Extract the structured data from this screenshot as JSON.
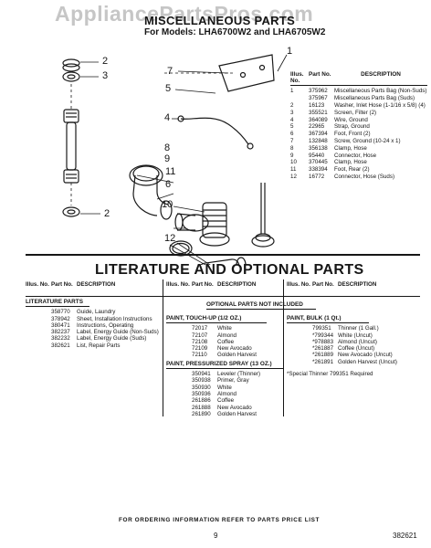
{
  "watermark": "AppliancePartsPros.com",
  "header": {
    "title": "MISCELLANEOUS PARTS",
    "models": "For Models: LHA6700W2 and LHA6705W2"
  },
  "callouts": [
    "1",
    "2",
    "3",
    "7",
    "5",
    "4",
    "8",
    "9",
    "11",
    "6",
    "10",
    "2",
    "12"
  ],
  "parts_header": {
    "illus": "Illus. No.",
    "part": "Part No.",
    "desc": "DESCRIPTION"
  },
  "parts": [
    {
      "illus": "1",
      "part": "375962",
      "desc": "Miscellaneous Parts Bag (Non-Suds)"
    },
    {
      "illus": "",
      "part": "375967",
      "desc": "Miscellaneous Parts Bag (Suds)"
    },
    {
      "illus": "2",
      "part": "16123",
      "desc": "Washer, Inlet Hose (1-1/16 x 5/8) (4)"
    },
    {
      "illus": "3",
      "part": "355521",
      "desc": "Screen, Filter (2)"
    },
    {
      "illus": "4",
      "part": "364089",
      "desc": "Wire, Ground"
    },
    {
      "illus": "5",
      "part": "22965",
      "desc": "Strap, Ground"
    },
    {
      "illus": "6",
      "part": "367394",
      "desc": "Foot, Front (2)"
    },
    {
      "illus": "7",
      "part": "132848",
      "desc": "Screw, Ground (10-24 x 1)"
    },
    {
      "illus": "8",
      "part": "356138",
      "desc": "Clamp, Hose"
    },
    {
      "illus": "9",
      "part": "95440",
      "desc": "Connector, Hose"
    },
    {
      "illus": "10",
      "part": "370445",
      "desc": "Clamp, Hose"
    },
    {
      "illus": "11",
      "part": "338394",
      "desc": "Foot, Rear (2)"
    },
    {
      "illus": "12",
      "part": "16772",
      "desc": "Connector, Hose (Suds)"
    }
  ],
  "literature": {
    "title": "LITERATURE AND OPTIONAL PARTS",
    "col_header": {
      "illus": "Illus. No.",
      "part": "Part No.",
      "desc": "DESCRIPTION"
    },
    "col1_heading": "LITERATURE PARTS",
    "col1": [
      {
        "part": "358770",
        "desc": "Guide, Laundry"
      },
      {
        "part": "378942",
        "desc": "Sheet, Installation Instructions"
      },
      {
        "part": "380471",
        "desc": "Instructions, Operating"
      },
      {
        "part": "382237",
        "desc": "Label, Energy Guide (Non-Suds)"
      },
      {
        "part": "382232",
        "desc": "Label, Energy Guide (Suds)"
      },
      {
        "part": "382621",
        "desc": "List, Repair Parts"
      }
    ],
    "optional_heading": "OPTIONAL PARTS NOT INCLUDED",
    "col2_heading": "PAINT, TOUCH-UP (1/2 OZ.)",
    "col2": [
      {
        "part": "72017",
        "desc": "White"
      },
      {
        "part": "72107",
        "desc": "Almond"
      },
      {
        "part": "72108",
        "desc": "Coffee"
      },
      {
        "part": "72109",
        "desc": "New Avocado"
      },
      {
        "part": "72110",
        "desc": "Golden Harvest"
      }
    ],
    "col2b_heading": "PAINT, PRESSURIZED SPRAY (13 OZ.)",
    "col2b": [
      {
        "part": "350941",
        "desc": "Leveler (Thinner)"
      },
      {
        "part": "350938",
        "desc": "Primer, Gray"
      },
      {
        "part": "350930",
        "desc": "White"
      },
      {
        "part": "350936",
        "desc": "Almond"
      },
      {
        "part": "261886",
        "desc": "Coffee"
      },
      {
        "part": "261888",
        "desc": "New Avocado"
      },
      {
        "part": "261890",
        "desc": "Golden Harvest"
      }
    ],
    "col3_heading": "PAINT, BULK (1 Qt.)",
    "col3": [
      {
        "part": "799351",
        "desc": "Thinner (1 Gall.)"
      },
      {
        "part": "*799344",
        "desc": "White (Uncut)"
      },
      {
        "part": "*978883",
        "desc": "Almond (Uncut)"
      },
      {
        "part": "*261887",
        "desc": "Coffee (Uncut)"
      },
      {
        "part": "*261889",
        "desc": "New Avocado (Uncut)"
      },
      {
        "part": "*261891",
        "desc": "Golden Harvest (Uncut)"
      }
    ],
    "col3_note": "*Special Thinner 799351 Required"
  },
  "footer": {
    "note": "FOR ORDERING INFORMATION REFER TO PARTS PRICE LIST",
    "page": "9",
    "doc_code": "382621"
  }
}
